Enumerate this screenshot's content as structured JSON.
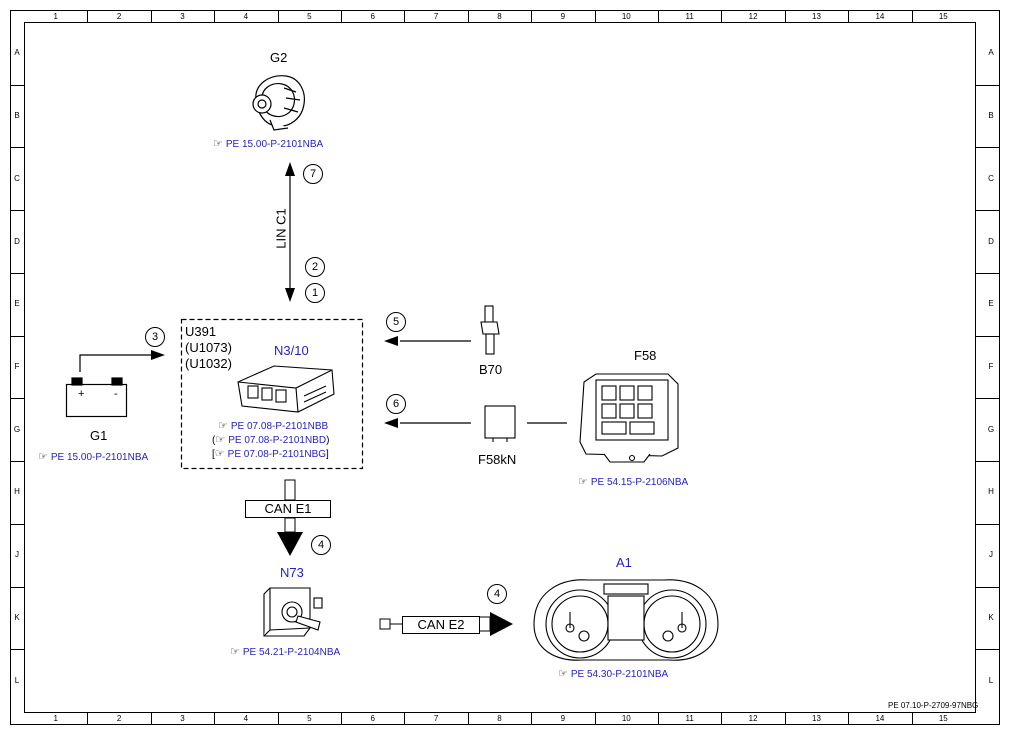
{
  "grid": {
    "columns": [
      "1",
      "2",
      "3",
      "4",
      "5",
      "6",
      "7",
      "8",
      "9",
      "10",
      "11",
      "12",
      "13",
      "14",
      "15"
    ],
    "rows": [
      "A",
      "B",
      "C",
      "D",
      "E",
      "F",
      "G",
      "H",
      "J",
      "K",
      "L"
    ]
  },
  "components": {
    "g2": {
      "label": "G2",
      "ref": "PE 15.00-P-2101NBA"
    },
    "g1": {
      "label": "G1",
      "ref": "PE 15.00-P-2101NBA",
      "plus": "+",
      "minus": "-"
    },
    "n310": {
      "label": "N3/10",
      "codes": [
        "U391",
        "(U1073)",
        "(U1032)"
      ],
      "refs": [
        "PE 07.08-P-2101NBB",
        "PE 07.08-P-2101NBD",
        "PE 07.08-P-2101NBG"
      ]
    },
    "b70": {
      "label": "B70"
    },
    "f58kn": {
      "label": "F58kN"
    },
    "f58": {
      "label": "F58",
      "ref": "PE 54.15-P-2106NBA"
    },
    "n73": {
      "label": "N73",
      "ref": "PE 54.21-P-2104NBA"
    },
    "a1": {
      "label": "A1",
      "ref": "PE 54.30-P-2101NBA"
    }
  },
  "connections": {
    "lin": "LIN C1",
    "can_e1": "CAN E1",
    "can_e2": "CAN E2"
  },
  "callouts": [
    "7",
    "2",
    "1",
    "3",
    "5",
    "6",
    "4",
    "4"
  ],
  "footer_ref": "PE 07.10-P-2709-97NBG",
  "colors": {
    "link": "#1f1fcc",
    "line": "#000000"
  }
}
